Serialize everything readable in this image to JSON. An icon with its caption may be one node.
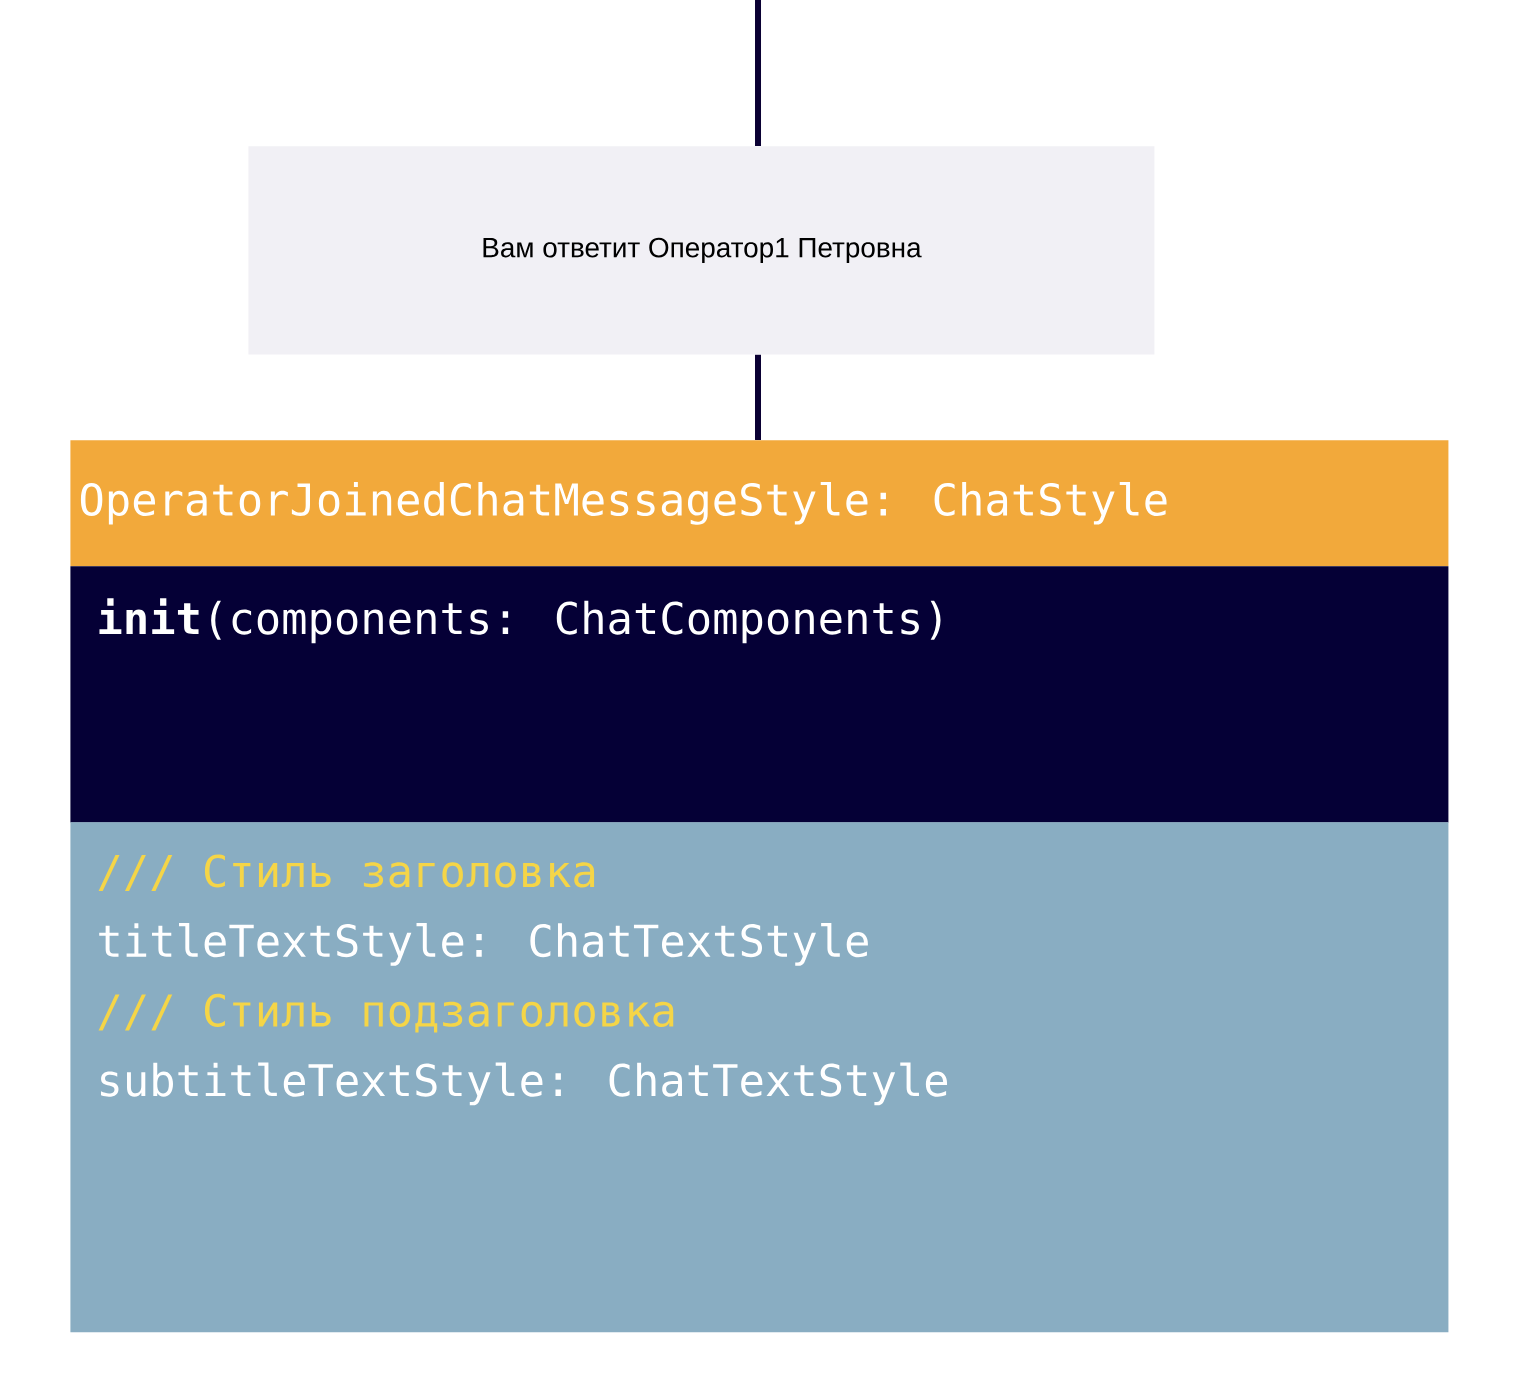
{
  "diagram": {
    "nodes": [
      {
        "text": [
          "Вам ответит Оператор1 Петровна"
        ]
      },
      {
        "text": [
          "OperatorJoinedChatMessageStyle: ChatStyle"
        ]
      },
      {
        "text": [
          "**init**(components: ChatComponents)"
        ]
      },
      {
        "text": [
          "/// Стиль заголовка",
          "titleTextStyle: ChatTextStyle",
          "/// Стиль подзаголовка",
          "subtitleTextStyle: ChatTextStyle"
        ]
      }
    ],
    "edges": [
      {
        "from": null,
        "to": 0,
        "arrow": "none"
      },
      {
        "from": 0,
        "to": 1,
        "arrow": "none"
      }
    ]
  }
}
